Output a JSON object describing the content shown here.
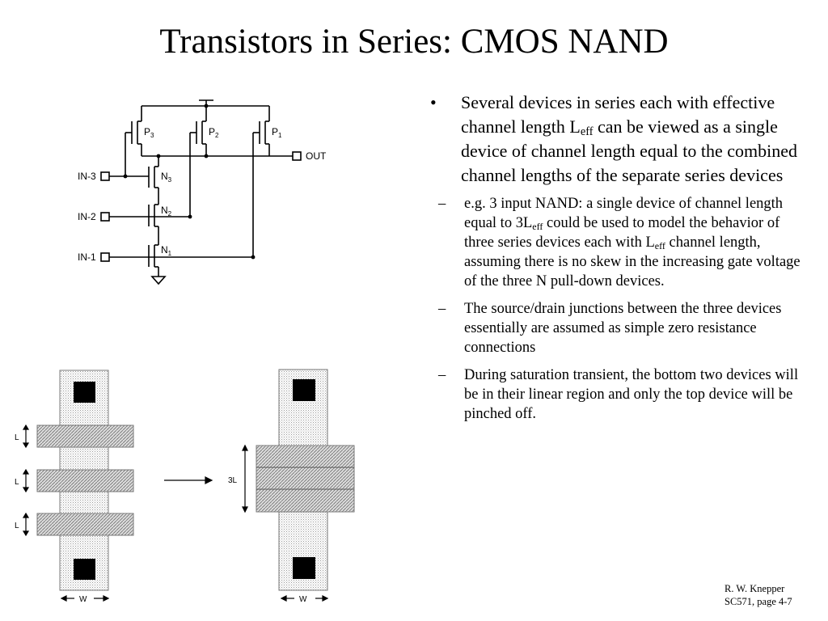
{
  "title": "Transistors in Series:  CMOS NAND",
  "bullet": {
    "marker": "•",
    "text_a": "Several devices in series each with effective channel length L",
    "sub_eff": "eff",
    "text_b": " can be viewed as a single device of channel length equal to the combined channel lengths of the separate series devices"
  },
  "subitems": [
    {
      "marker": "–",
      "a": "e.g. 3 input NAND:  a single device of channel length equal to 3L",
      "sub1": "eff",
      "b": " could be used to model the behavior of three series devices each with L",
      "sub2": "eff",
      "c": " channel length, assuming there is no skew in the increasing gate voltage of the three N pull-down devices."
    },
    {
      "marker": "–",
      "text": "The source/drain junctions between the three devices essentially are assumed as simple zero resistance connections"
    },
    {
      "marker": "–",
      "text": "During saturation transient, the bottom two devices will be in their linear region and only the top device will be pinched off."
    }
  ],
  "schematic": {
    "p_labels": [
      "P",
      "P",
      "P"
    ],
    "p_subs": [
      "3",
      "2",
      "1"
    ],
    "n_labels": [
      "N",
      "N",
      "N"
    ],
    "n_subs": [
      "3",
      "2",
      "1"
    ],
    "inputs": [
      "IN-3",
      "IN-2",
      "IN-1"
    ],
    "output": "OUT"
  },
  "layout_diagram": {
    "l_label": "L",
    "three_l_label": "3L",
    "w_label": "W"
  },
  "footer": {
    "author": "R. W. Knepper",
    "course_page": "SC571,  page 4-7"
  }
}
